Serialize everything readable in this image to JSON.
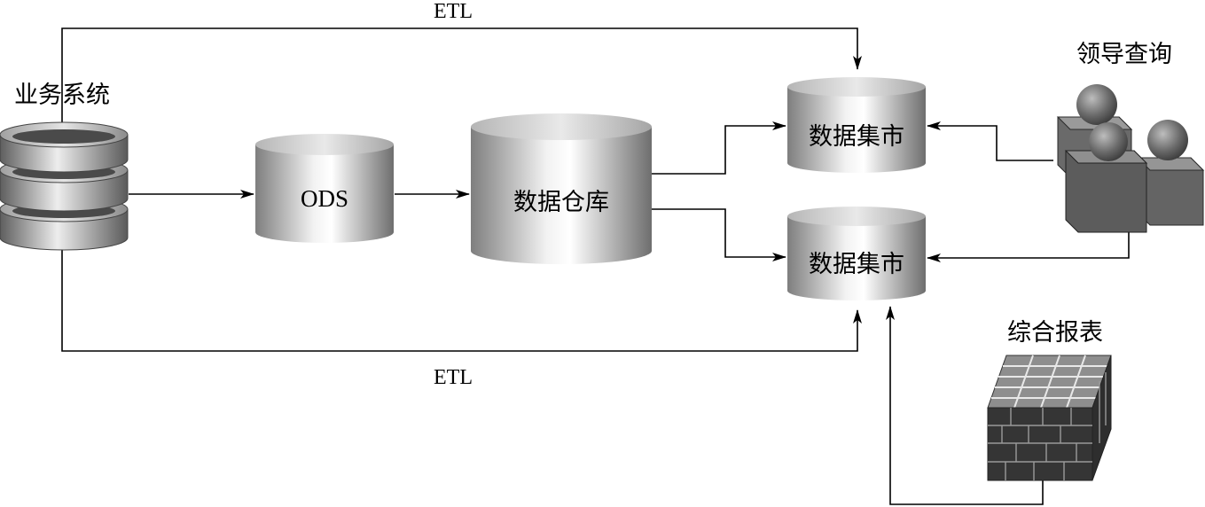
{
  "labels": {
    "business_system": "业务系统",
    "ods": "ODS",
    "data_warehouse": "数据仓库",
    "data_mart_top": "数据集市",
    "data_mart_bottom": "数据集市",
    "leadership_query": "领导查询",
    "integrated_report": "综合报表",
    "etl_top": "ETL",
    "etl_bottom": "ETL"
  },
  "icons": {
    "business_system": "database-stack-icon",
    "leadership_query": "users-group-icon",
    "integrated_report": "report-cube-icon"
  }
}
